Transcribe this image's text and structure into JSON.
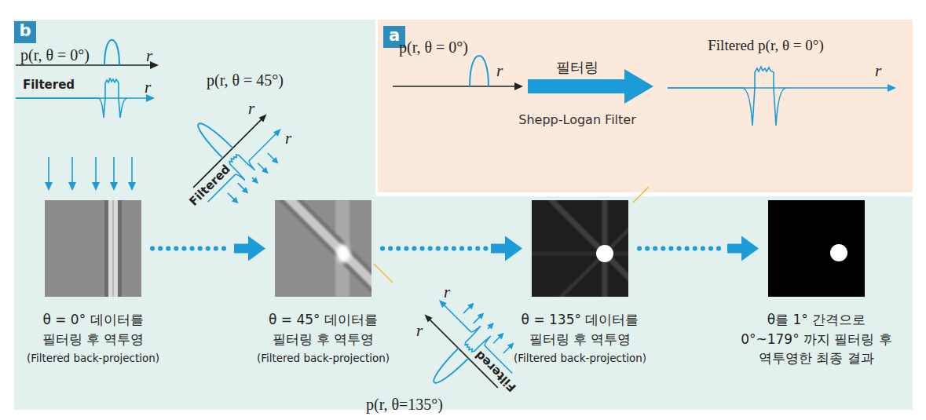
{
  "diagram": {
    "nodes": [
      {
        "text": [
          "b"
        ]
      },
      {
        "text": [
          "a"
        ]
      },
      {
        "text": [
          "θ = 0° 데이터를 필터링 후 역투영",
          "(Filtered back-projection)"
        ],
        "in": 0
      },
      {
        "text": [
          "θ = 45° 데이터를 필터링 후 역투영",
          "(Filtered back-projection)"
        ],
        "in": 0
      },
      {
        "text": [
          "θ = 135° 데이터를 필터링 후 역투영",
          "(Filtered back-projection)"
        ],
        "in": 0
      },
      {
        "text": [
          "θ를 1° 간격으로 0°~179° 까지 필터링 후 역투영한 최종 결과"
        ],
        "in": 0
      }
    ],
    "edges": [
      {
        "from": 2,
        "to": 3,
        "arrow": "to"
      },
      {
        "from": 3,
        "to": 4,
        "arrow": "to"
      },
      {
        "from": 4,
        "to": 5,
        "arrow": "to"
      }
    ],
    "labels": [
      "p(r, θ = 0°)",
      "r",
      "Filtered",
      "r",
      "p(r, θ = 45°)",
      "r",
      "Filtered",
      "r",
      "p(r, θ=135°)",
      "r",
      "r",
      "Filtered",
      "p(r, θ = 0°)",
      "r",
      "필터링",
      "Filtered p(r, θ = 0°)",
      "r",
      "Shepp-Logan Filter"
    ]
  }
}
